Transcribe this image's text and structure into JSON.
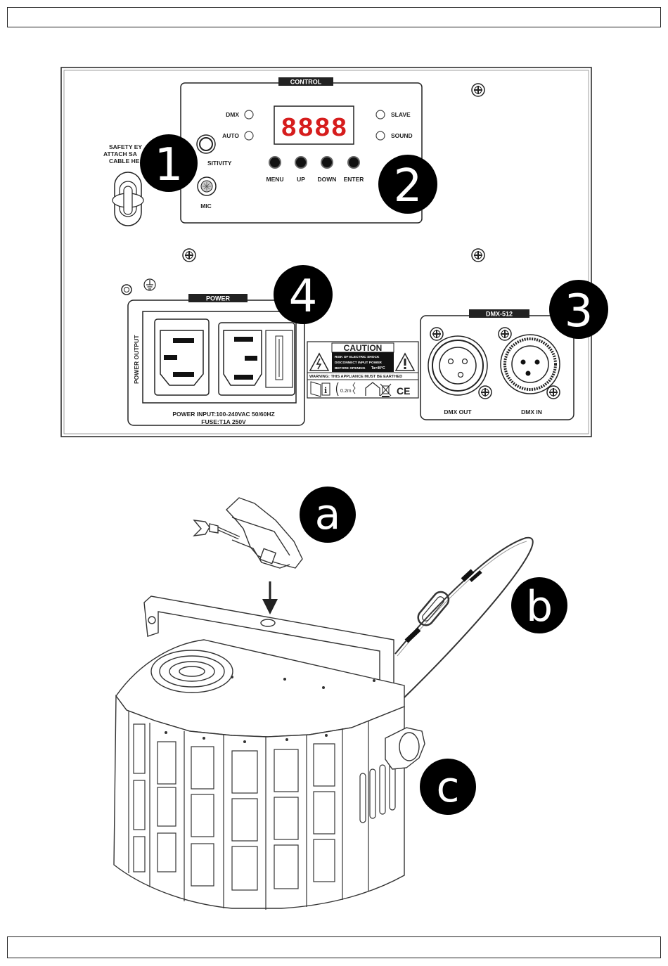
{
  "rear_panel": {
    "control_title": "CONTROL",
    "display_digits": "8888",
    "indicators": [
      "DMX",
      "AUTO",
      "SLAVE",
      "SOUND"
    ],
    "buttons": [
      "MENU",
      "UP",
      "DOWN",
      "ENTER"
    ],
    "sensitivity_label": "SENSITIVITY",
    "sensitivity_visible": "SITIVITY",
    "mic_label": "MIC",
    "safety_eye_lines": [
      "SAFETY EY",
      "ATTACH SA",
      "CABLE HE"
    ],
    "power_title": "POWER",
    "power_output_label": "POWER OUTPUT",
    "power_input_label": "POWER INPUT:100-240VAC 50/60HZ",
    "fuse_label": "FUSE:T1A 250V",
    "dmx_title": "DMX-512",
    "dmx_out_label": "DMX OUT",
    "dmx_in_label": "DMX IN",
    "caution_title": "CAUTION",
    "caution_lines": [
      "RISK OF ELECTRIC SHOCK",
      "DISCONNECT INPUT POWER",
      "BEFORE OPENING"
    ],
    "temp_label": "Ta=40°C",
    "warning_label": "WARNING:  THIS APPLIANCE MUST BE EARTHED",
    "distance_label": "0.2m",
    "ce_label": "CE"
  },
  "callouts_numbers": [
    "1",
    "2",
    "3",
    "4"
  ],
  "callouts_letters": [
    "a",
    "b",
    "c"
  ]
}
